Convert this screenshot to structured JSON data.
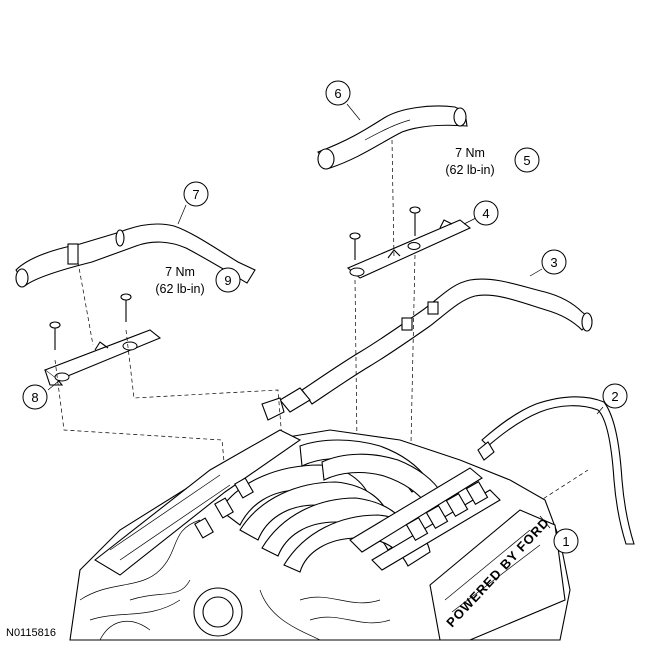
{
  "figure_id": "N0115816",
  "callouts": [
    "1",
    "2",
    "3",
    "4",
    "5",
    "6",
    "7",
    "8",
    "9"
  ],
  "torque_specs": {
    "spec_5": {
      "nm": "7 Nm",
      "lbin": "(62 lb-in)"
    },
    "spec_9": {
      "nm": "7 Nm",
      "lbin": "(62 lb-in)"
    }
  },
  "engine_cover_text": "POWERED BY FORD"
}
